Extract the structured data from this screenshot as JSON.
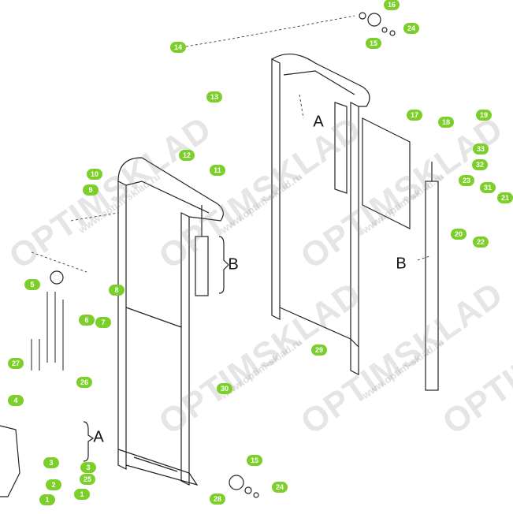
{
  "watermark": {
    "brand": "OPTIMSKLAD",
    "url": "www.optim-sklad.ru"
  },
  "colors": {
    "callout": "#7ccf2a",
    "line": "#222222"
  },
  "callouts": [
    "16",
    "15",
    "24",
    "14",
    "13",
    "12",
    "11",
    "10",
    "9",
    "17",
    "18",
    "19",
    "33",
    "32",
    "23",
    "31",
    "21",
    "20",
    "22",
    "5",
    "8",
    "6",
    "7",
    "27",
    "26",
    "4",
    "3",
    "3",
    "2",
    "25",
    "1",
    "1",
    "29",
    "30",
    "15",
    "28",
    "24"
  ],
  "section_letters": [
    "A",
    "B",
    "B",
    "A"
  ]
}
